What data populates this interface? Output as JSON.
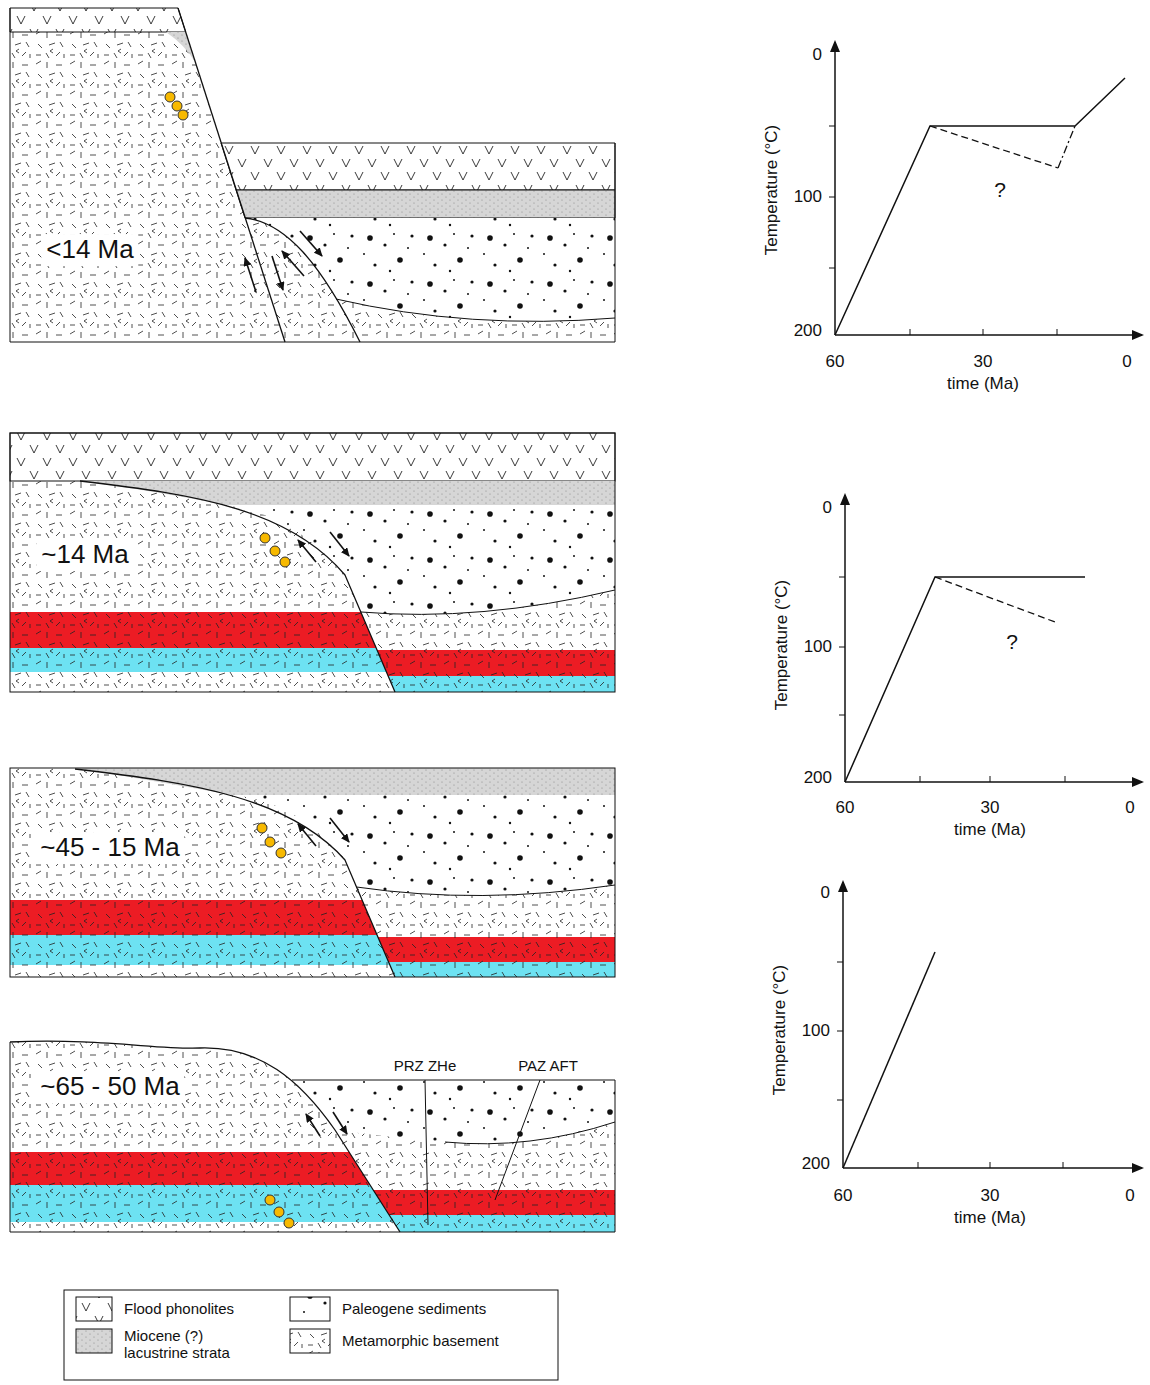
{
  "diagram": {
    "nodes": [
      {
        "text": [
          "<14 Ma"
        ]
      },
      {
        "text": [
          "~14 Ma"
        ]
      },
      {
        "text": [
          "~45 - 15 Ma"
        ]
      },
      {
        "text": [
          "~65 - 50 Ma"
        ]
      }
    ],
    "labels": [
      "0",
      "100",
      "200",
      "60",
      "30",
      "0",
      "Temperature (°C)",
      "time (Ma)",
      "?",
      "0",
      "100",
      "200",
      "60",
      "30",
      "0",
      "Temperature (°C)",
      "time (Ma)",
      "?",
      "PRZ ZHe",
      "PAZ AFT",
      "0",
      "100",
      "200",
      "60",
      "30",
      "0",
      "Temperature (°C)",
      "time (Ma)"
    ],
    "legend": [
      {
        "text": "Flood phonolites"
      },
      {
        "text": "Miocene (?) lacustrine strata"
      },
      {
        "text": "Paleogene sediments"
      },
      {
        "text": "Metamorphic basement"
      }
    ]
  }
}
